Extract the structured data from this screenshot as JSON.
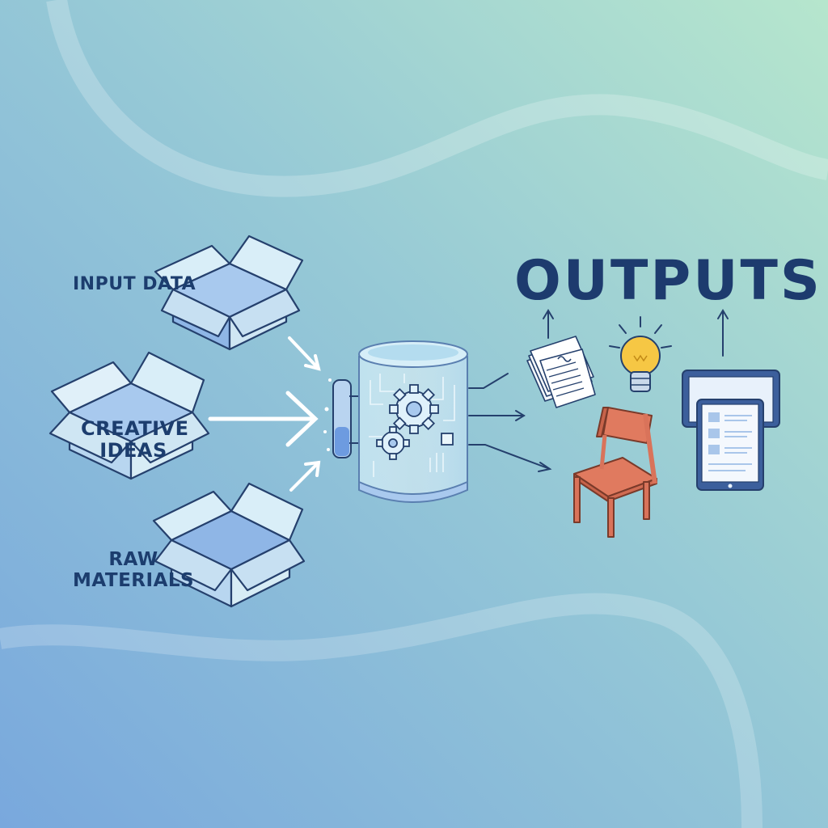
{
  "inputs": {
    "input_data": "INPUT DATA",
    "creative_ideas": "CREATIVE IDEAS",
    "raw_materials": "RAW MATERIALS"
  },
  "outputs": {
    "title": "OUTPUTS"
  },
  "colors": {
    "background_top_right": "#b3e3cc",
    "background_bottom_left": "#7aa9dc",
    "box_fill_light": "#d7ecf5",
    "box_fill_dark": "#8fb6e6",
    "outline": "#25406d",
    "chair": "#e07a5f",
    "bulb": "#f6c744",
    "arrow_white": "#ffffff"
  },
  "icons": [
    "open-box-icon",
    "gear-machine-icon",
    "document-stack-icon",
    "lightbulb-icon",
    "chair-icon",
    "tablet-icon"
  ]
}
